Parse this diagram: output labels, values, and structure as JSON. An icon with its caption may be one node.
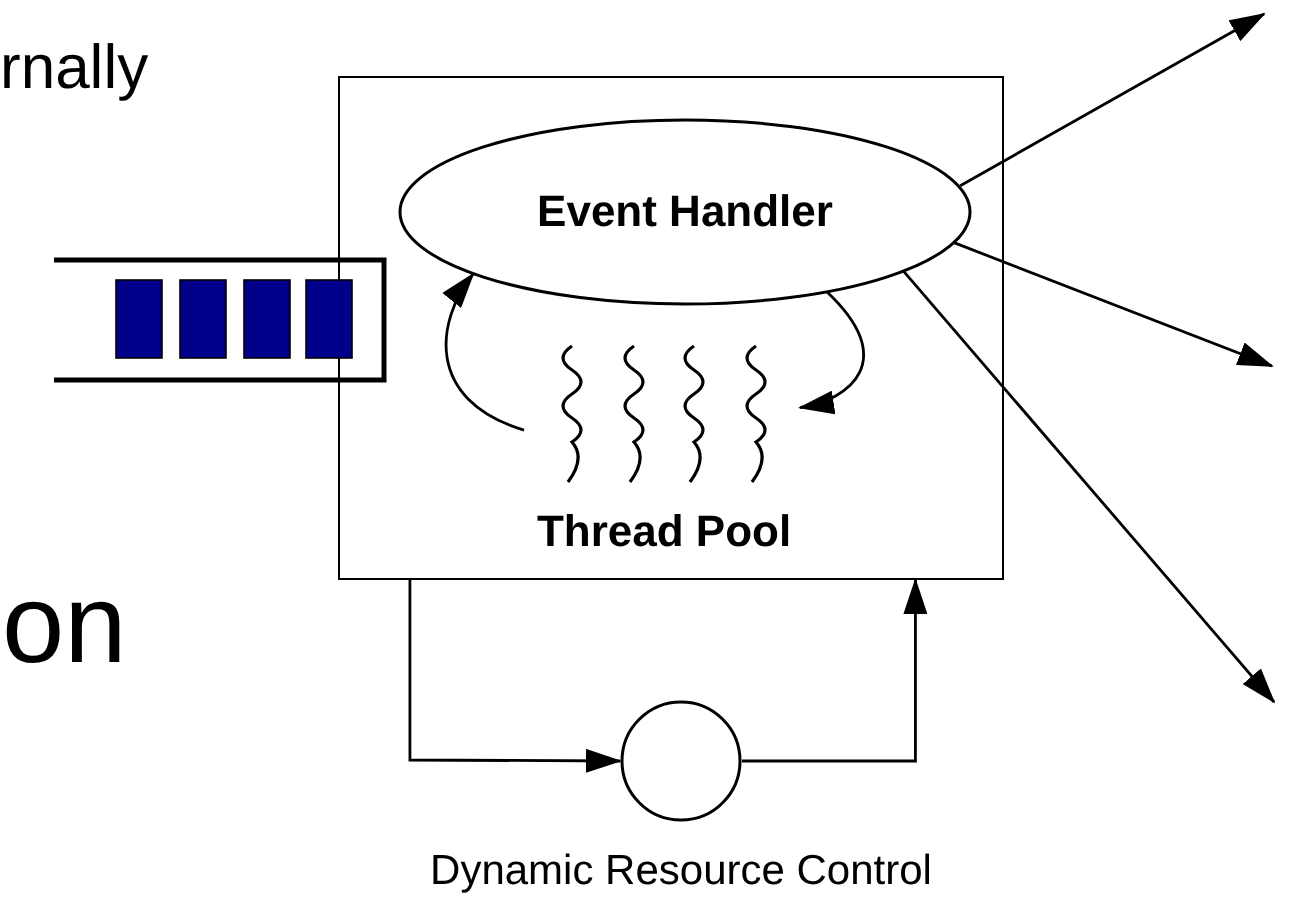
{
  "diagram": {
    "nodes": [
      {
        "text": [],
        "shape": "box"
      },
      {
        "text": [
          "Event Handler"
        ],
        "in": 0
      },
      {
        "text": [
          "Thread Pool"
        ],
        "in": 0
      },
      {
        "text": [],
        "shape": "box"
      },
      {
        "text": [],
        "shape": "circle",
        "beside": [
          "Dynamic Resource Control"
        ]
      }
    ],
    "edges": [
      {
        "from": 2,
        "to": 1,
        "arrow": "to"
      },
      {
        "from": 1,
        "to": 2,
        "arrow": "to"
      },
      {
        "from": 1,
        "to": null,
        "arrow": "to"
      },
      {
        "from": 1,
        "to": null,
        "arrow": "to"
      },
      {
        "from": 1,
        "to": null,
        "arrow": "to"
      },
      {
        "from": 0,
        "to": 4,
        "arrow": "to"
      },
      {
        "from": 4,
        "to": 0,
        "arrow": "to"
      }
    ],
    "labels": [
      "rnally",
      "on"
    ]
  }
}
